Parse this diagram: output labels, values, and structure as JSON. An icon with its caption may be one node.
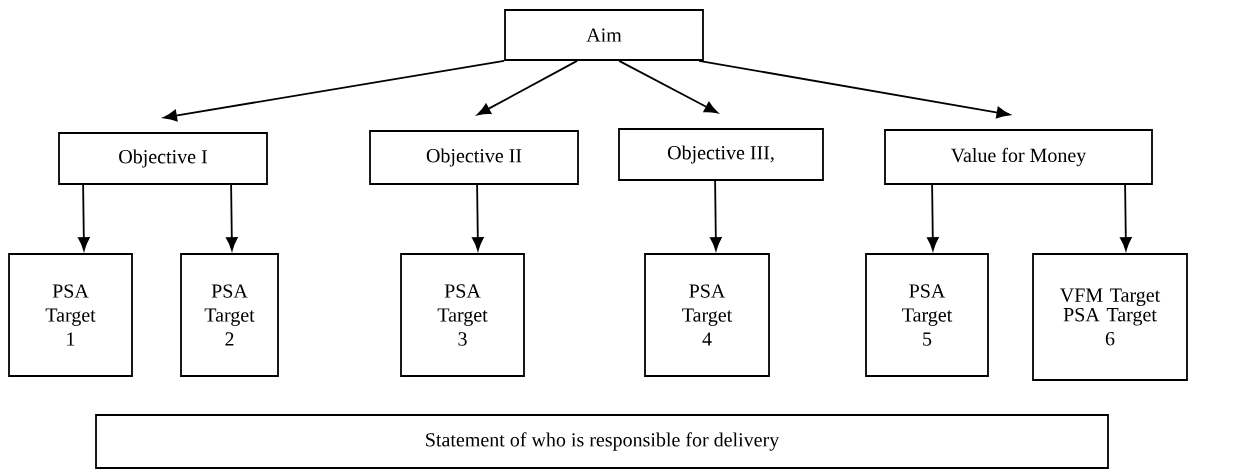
{
  "diagram": {
    "nodes": [
      {
        "text": [
          "Aim"
        ]
      },
      {
        "text": [
          "Objective I"
        ]
      },
      {
        "text": [
          "Objective II"
        ]
      },
      {
        "text": [
          "Objective III,"
        ]
      },
      {
        "text": [
          "Value for Money"
        ]
      },
      {
        "text": [
          "PSA Target 1"
        ]
      },
      {
        "text": [
          "PSA Target 2"
        ]
      },
      {
        "text": [
          "PSA Target 3"
        ]
      },
      {
        "text": [
          "PSA Target 4"
        ]
      },
      {
        "text": [
          "PSA Target 5"
        ]
      },
      {
        "text": [
          "VFM Target",
          "PSA Target 6"
        ]
      },
      {
        "text": [
          "Statement of who is responsible for delivery"
        ]
      }
    ],
    "edges": [
      {
        "from": 0,
        "to": 1,
        "arrow": "to"
      },
      {
        "from": 0,
        "to": 2,
        "arrow": "to"
      },
      {
        "from": 0,
        "to": 3,
        "arrow": "to"
      },
      {
        "from": 0,
        "to": 4,
        "arrow": "to"
      },
      {
        "from": 1,
        "to": 5,
        "arrow": "to"
      },
      {
        "from": 1,
        "to": 6,
        "arrow": "to"
      },
      {
        "from": 2,
        "to": 7,
        "arrow": "to"
      },
      {
        "from": 3,
        "to": 8,
        "arrow": "to"
      },
      {
        "from": 4,
        "to": 9,
        "arrow": "to"
      },
      {
        "from": 4,
        "to": 10,
        "arrow": "to"
      }
    ]
  }
}
